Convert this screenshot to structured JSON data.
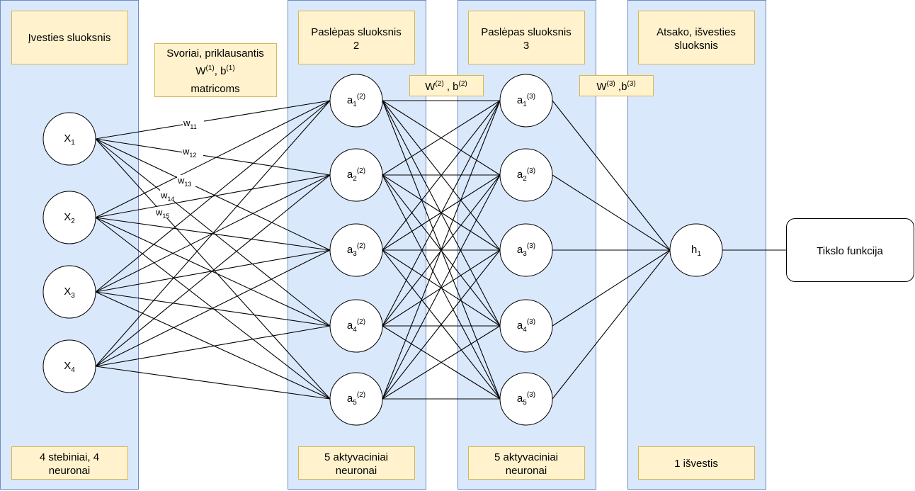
{
  "layers": {
    "input": {
      "title": "Įvesties sluoksnis",
      "footer_line1": "4 stebiniai, 4",
      "footer_line2": "neuronai",
      "nodes": [
        {
          "base": "X",
          "sub": "1"
        },
        {
          "base": "X",
          "sub": "2"
        },
        {
          "base": "X",
          "sub": "3"
        },
        {
          "base": "X",
          "sub": "4"
        }
      ]
    },
    "hidden2": {
      "title_line1": "Paslėpas sluoksnis",
      "title_line2": "2",
      "footer_line1": "5 aktyvaciniai",
      "footer_line2": "neuronai",
      "nodes": [
        {
          "base": "a",
          "sub": "1",
          "sup": "(2)"
        },
        {
          "base": "a",
          "sub": "2",
          "sup": "(2)"
        },
        {
          "base": "a",
          "sub": "3",
          "sup": "(2)"
        },
        {
          "base": "a",
          "sub": "4",
          "sup": "(2)"
        },
        {
          "base": "a",
          "sub": "5",
          "sup": "(2)"
        }
      ]
    },
    "hidden3": {
      "title_line1": "Paslėpas sluoksnis",
      "title_line2": "3",
      "footer_line1": "5 aktyvaciniai",
      "footer_line2": "neuronai",
      "nodes": [
        {
          "base": "a",
          "sub": "1",
          "sup": "(3)"
        },
        {
          "base": "a",
          "sub": "2",
          "sup": "(3)"
        },
        {
          "base": "a",
          "sub": "3",
          "sup": "(3)"
        },
        {
          "base": "a",
          "sub": "4",
          "sup": "(3)"
        },
        {
          "base": "a",
          "sub": "5",
          "sup": "(3)"
        }
      ]
    },
    "output": {
      "title_line1": "Atsako, išvesties",
      "title_line2": "sluoksnis",
      "footer": "1 išvestis",
      "node": {
        "base": "h",
        "sub": "1"
      }
    }
  },
  "weights_note": {
    "line1": "Svoriai, priklausantis",
    "line3": "matricoms",
    "W": "W",
    "W_sup": "(1)",
    "sep": ", ",
    "b": "b",
    "b_sup": "(1)"
  },
  "weights2": {
    "W": "W",
    "W_sup": "(2)",
    "sep": " , ",
    "b": "b",
    "b_sup": "(2)"
  },
  "weights3": {
    "W": "W",
    "W_sup": "(3)",
    "sep": " ,",
    "b": "b",
    "b_sup": "(3)"
  },
  "edge_labels": [
    {
      "base": "w",
      "sub": "11"
    },
    {
      "base": "w",
      "sub": "12"
    },
    {
      "base": "w",
      "sub": "13"
    },
    {
      "base": "w",
      "sub": "14"
    },
    {
      "base": "w",
      "sub": "15"
    }
  ],
  "target": {
    "label": "Tikslo funkcija"
  }
}
